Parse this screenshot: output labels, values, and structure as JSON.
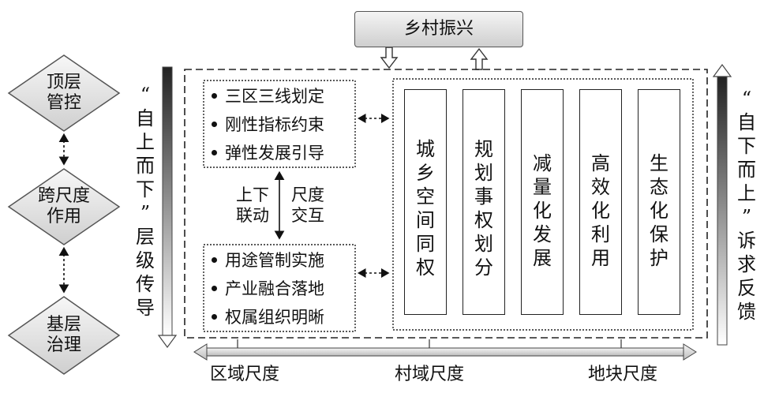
{
  "top": {
    "label": "乡村振兴"
  },
  "levels": [
    {
      "line1": "顶层",
      "line2": "管控"
    },
    {
      "line1": "跨尺度",
      "line2": "作用"
    },
    {
      "line1": "基层",
      "line2": "治理"
    }
  ],
  "left_vertical": {
    "chars": [
      "“",
      "自",
      "上",
      "而",
      "下",
      "”",
      "层",
      "级",
      "传",
      "导"
    ]
  },
  "right_vertical": {
    "chars": [
      "“",
      "自",
      "下",
      "而",
      "上",
      "”",
      "诉",
      "求",
      "反",
      "馈"
    ]
  },
  "upper_box": {
    "items": [
      "三区三线划定",
      "刚性指标约束",
      "弹性发展引导"
    ]
  },
  "lower_box": {
    "items": [
      "用途管制实施",
      "产业融合落地",
      "权属组织明晰"
    ]
  },
  "middle": {
    "left_line1": "上下",
    "left_line2": "联动",
    "right_line1": "尺度",
    "right_line2": "交互"
  },
  "columns": [
    {
      "chars": [
        "城",
        "乡",
        "空",
        "间",
        "同",
        "权"
      ]
    },
    {
      "chars": [
        "规",
        "划",
        "事",
        "权",
        "划",
        "分"
      ]
    },
    {
      "chars": [
        "减",
        "量",
        "化",
        "发",
        "展"
      ]
    },
    {
      "chars": [
        "高",
        "效",
        "化",
        "利",
        "用"
      ]
    },
    {
      "chars": [
        "生",
        "态",
        "化",
        "保",
        "护"
      ]
    }
  ],
  "scales": {
    "left": "区域尺度",
    "middle": "村域尺度",
    "right": "地块尺度"
  }
}
